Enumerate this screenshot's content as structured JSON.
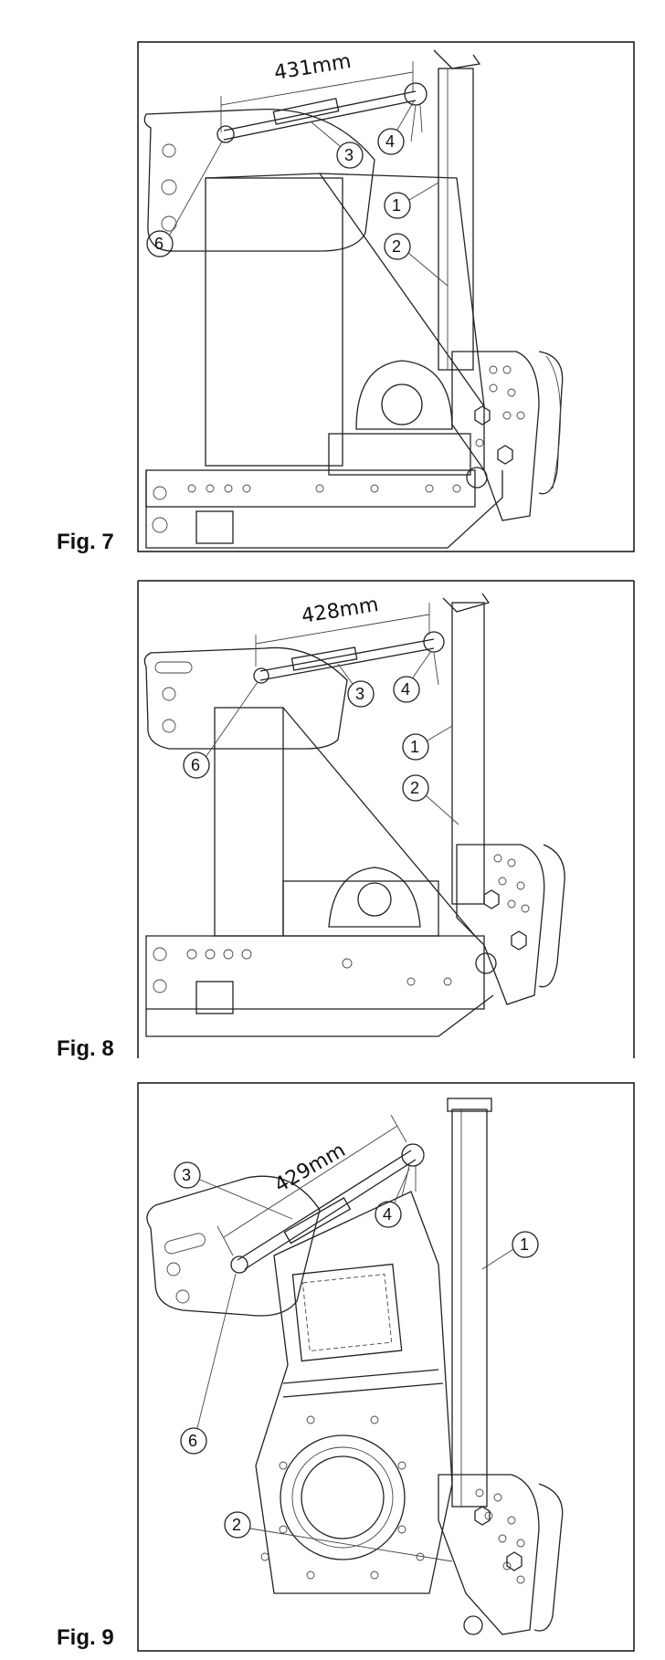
{
  "figures": [
    {
      "label": "Fig. 7",
      "dimension": "431mm",
      "callouts": [
        "1",
        "2",
        "3",
        "4",
        "6"
      ]
    },
    {
      "label": "Fig. 8",
      "dimension": "428mm",
      "callouts": [
        "1",
        "2",
        "3",
        "4",
        "6"
      ]
    },
    {
      "label": "Fig. 9",
      "dimension": "429mm",
      "callouts": [
        "1",
        "2",
        "3",
        "4",
        "6"
      ]
    }
  ]
}
